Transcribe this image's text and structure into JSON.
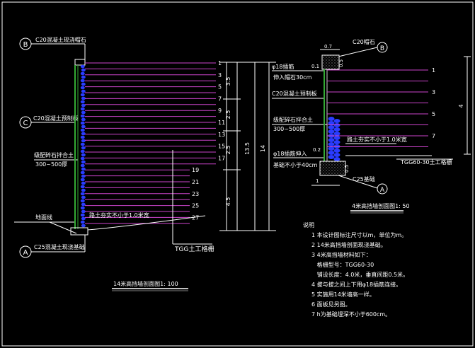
{
  "colors": {
    "background": "#000000",
    "frame": "#ffffff",
    "geogrid": "#cc44cc",
    "stone": "#2a3cff",
    "facing": "#33aa33",
    "dim": "#ffffff",
    "note": "#ffffff",
    "hatch": "#bbbbbb"
  },
  "left": {
    "circle_b": "B",
    "circle_c": "C",
    "circle_a": "A",
    "label_cap": "C20混凝土现浇帽石",
    "label_panel": "C20混凝土预制板",
    "label_fill": "级配碎石拌合土\n300~500厚",
    "label_ground": "地面线",
    "label_base": "C25混凝土现浇基础",
    "label_compaction": "路土夯实不小于1.0米宽",
    "label_tgg": "TGG土工格栅",
    "layer_numbers": [
      "1",
      "3",
      "5",
      "7",
      "9",
      "11",
      "13",
      "15",
      "17",
      "19",
      "21",
      "23",
      "25",
      "27"
    ],
    "dim_upper": "3.5",
    "dim_middle": "2.5",
    "dim_mid2": "2.5",
    "dim_lower": "4.5",
    "dim_total1": "13.5",
    "dim_total2": "14",
    "title": "14米高挡墙剖面图1: 100"
  },
  "right": {
    "circle_b": "B",
    "circle_a": "A",
    "label_cap": "C20帽石",
    "label_rebar1": "φ18插筋",
    "label_rebar1b": "伸入帽石30cm",
    "label_panel": "C20混凝土预制板",
    "label_fill": "级配碎石拌合土\n300~500厚",
    "label_rebar2": "φ18插筋伸入",
    "label_rebar2b": "基础不小于40cm",
    "label_base": "C25基础",
    "label_compaction": "路土夯实不小于1.0米宽",
    "label_tgg": "TGG60-30土工格栅",
    "layer_numbers": [
      "1",
      "3",
      "5",
      "7"
    ],
    "dim_top": "0.7",
    "dim_05a": "0.5",
    "dim_01": "0.1",
    "dim_02": "0.2",
    "dim_05b": "0.5",
    "dim_bottom": "1",
    "dim_height": "4",
    "title": "4米高挡墙剖面图1: 50"
  },
  "notes": {
    "heading": "说明",
    "items": [
      "1 本设计图标注尺寸以m，单位为m。",
      "2 14米高挡墙剖面现浇基础。",
      "3 4米高挡墙材料如下：",
      "   格栅型号：TGG60-30",
      "   铺设长度：4.0米，垂直间距0.5米。",
      "4 拔与拔之间上下用φ18插筋连接。",
      "5 实施用14米墙高一样。",
      "6 面板见另图。",
      "7 h为基础埋深不小于600cm。"
    ]
  }
}
